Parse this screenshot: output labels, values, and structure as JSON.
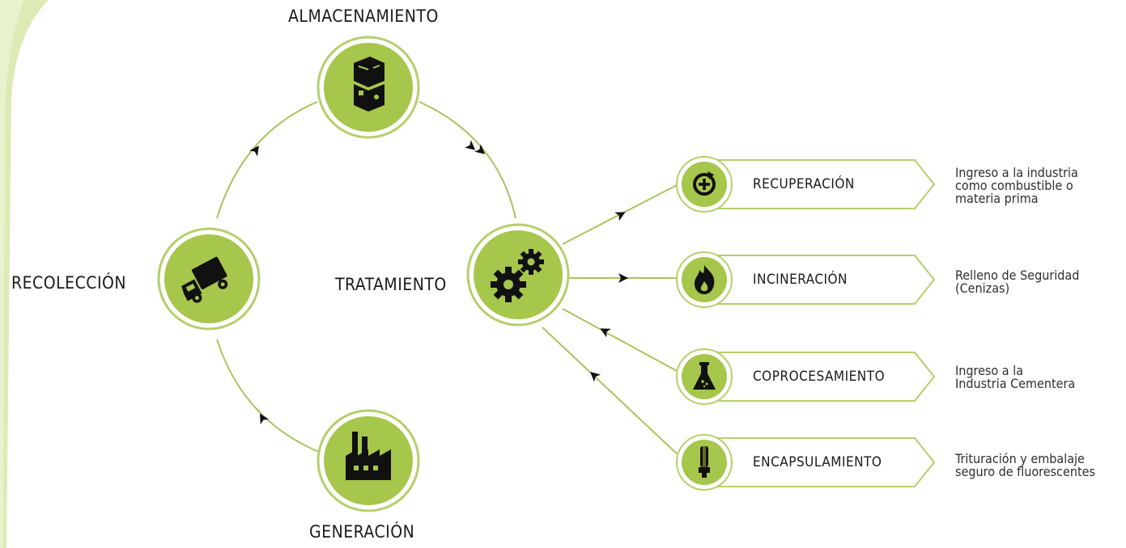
{
  "colors": {
    "accent": "#a6c64c",
    "accent_light": "#d9e8ae",
    "ink": "#1a1a1a",
    "line": "#a9c45c"
  },
  "cycle": {
    "almacenamiento": {
      "label": "ALMACENAMIENTO",
      "icon": "boxes-icon"
    },
    "recoleccion": {
      "label": "RECOLECCIÓN",
      "icon": "truck-icon"
    },
    "generacion": {
      "label": "GENERACIÓN",
      "icon": "factory-icon"
    },
    "tratamiento": {
      "label": "TRATAMIENTO",
      "icon": "gears-icon"
    }
  },
  "treatments": [
    {
      "label": "RECUPERACIÓN",
      "icon": "recycle-plus-icon",
      "note": [
        "Ingreso a la industria",
        "como combustible o",
        "materia prima"
      ]
    },
    {
      "label": "INCINERACIÓN",
      "icon": "flame-icon",
      "note": [
        "Relleno de Seguridad",
        "(Cenizas)"
      ]
    },
    {
      "label": "COPROCESAMIENTO",
      "icon": "flask-icon",
      "note": [
        "Ingreso a la",
        "Industria Cementera"
      ]
    },
    {
      "label": "ENCAPSULAMIENTO",
      "icon": "fluorescent-lamp-icon",
      "note": [
        "Trituración y embalaje",
        "seguro de fluorescentes"
      ]
    }
  ]
}
